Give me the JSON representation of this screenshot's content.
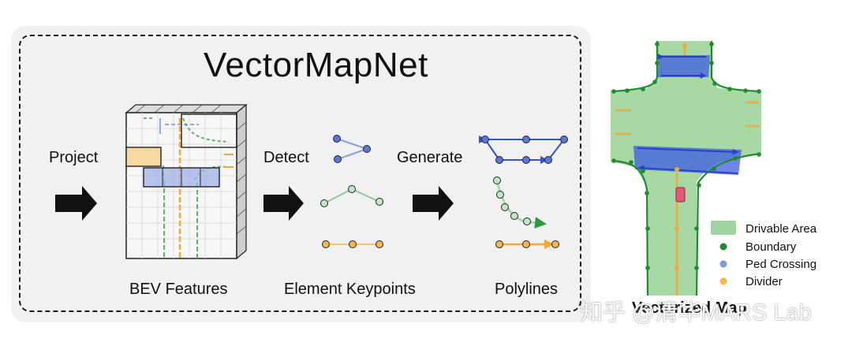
{
  "title": "VectorMapNet",
  "steps": {
    "project": "Project",
    "detect": "Detect",
    "generate": "Generate"
  },
  "captions": {
    "bev": "BEV Features",
    "keypoints": "Element Keypoints",
    "polylines": "Polylines"
  },
  "map_title": "Vectorized Map",
  "legend": [
    {
      "label": "Drivable Area",
      "color": "#9fd4a0"
    },
    {
      "label": "Boundary",
      "color": "#1e8c2e"
    },
    {
      "label": "Ped Crossing",
      "color": "#7b9be0"
    },
    {
      "label": "Divider",
      "color": "#f5b84a"
    }
  ],
  "watermark": "知乎 @清华MARS Lab",
  "colors": {
    "boundary": "#2e9a3f",
    "crossing": "#3355cc",
    "divider": "#f2a93b",
    "drivable": "#a8d8a4"
  }
}
